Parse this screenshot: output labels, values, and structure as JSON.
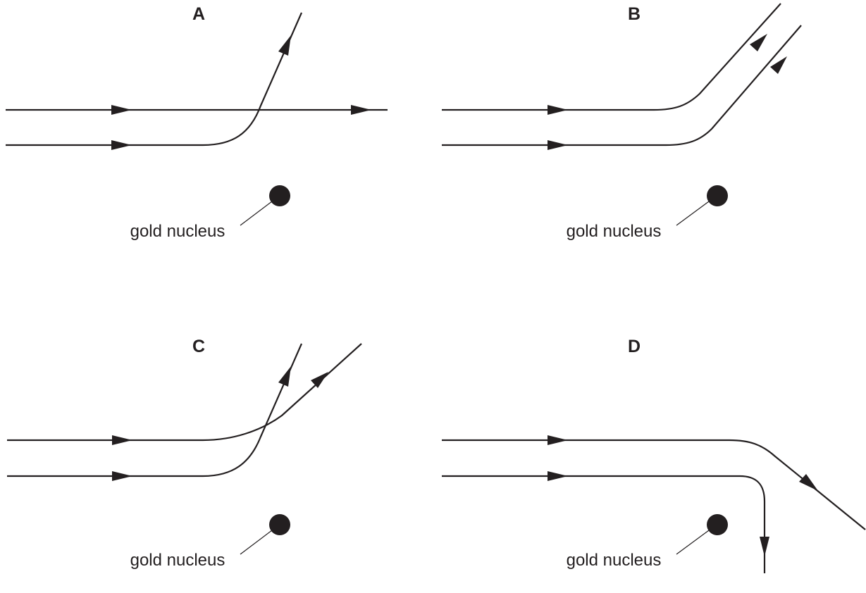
{
  "panels": [
    {
      "letter": "A",
      "nucleus_label": "gold nucleus"
    },
    {
      "letter": "B",
      "nucleus_label": "gold nucleus"
    },
    {
      "letter": "C",
      "nucleus_label": "gold nucleus"
    },
    {
      "letter": "D",
      "nucleus_label": "gold nucleus"
    }
  ],
  "colors": {
    "ink": "#231f20",
    "background": "#ffffff"
  }
}
